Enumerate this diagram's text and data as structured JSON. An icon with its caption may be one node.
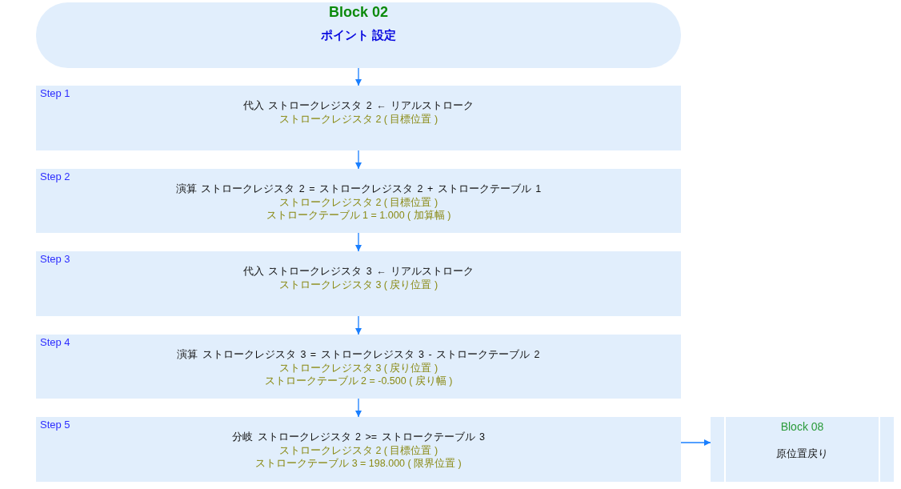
{
  "diagram": {
    "nodes": [
      {
        "text": [
          "Block 02",
          "ポイント 設定"
        ]
      },
      {
        "text": [
          "Step 1",
          "代入 ストロークレジスタ 2 ← リアルストローク",
          "ストロークレジスタ 2 ( 目標位置 )"
        ]
      },
      {
        "text": [
          "Step 2",
          "演算 ストロークレジスタ 2 = ストロークレジスタ 2 + ストロークテーブル 1",
          "ストロークレジスタ 2 ( 目標位置 )",
          "ストロークテーブル 1 = 1.000 ( 加算幅 )"
        ]
      },
      {
        "text": [
          "Step 3",
          "代入 ストロークレジスタ 3 ← リアルストローク",
          "ストロークレジスタ 3 ( 戻り位置 )"
        ]
      },
      {
        "text": [
          "Step 4",
          "演算 ストロークレジスタ 3 = ストロークレジスタ 3 - ストロークテーブル 2",
          "ストロークレジスタ 3 ( 戻り位置 )",
          "ストロークテーブル 2 = -0.500 ( 戻り幅 )"
        ]
      },
      {
        "text": [
          "Step 5",
          "分岐 ストロークレジスタ 2 >= ストロークテーブル 3",
          "ストロークレジスタ 2 ( 目標位置 )",
          "ストロークテーブル 3 = 198.000 ( 限界位置 )"
        ]
      },
      {
        "text": [
          "Block 08",
          "原位置戻り"
        ]
      }
    ],
    "edges": [
      {
        "from": 0,
        "to": 1,
        "arrow": "to"
      },
      {
        "from": 1,
        "to": 2,
        "arrow": "to"
      },
      {
        "from": 2,
        "to": 3,
        "arrow": "to"
      },
      {
        "from": 3,
        "to": 4,
        "arrow": "to"
      },
      {
        "from": 4,
        "to": 5,
        "arrow": "to"
      },
      {
        "from": 5,
        "to": 6,
        "arrow": "to"
      }
    ]
  }
}
